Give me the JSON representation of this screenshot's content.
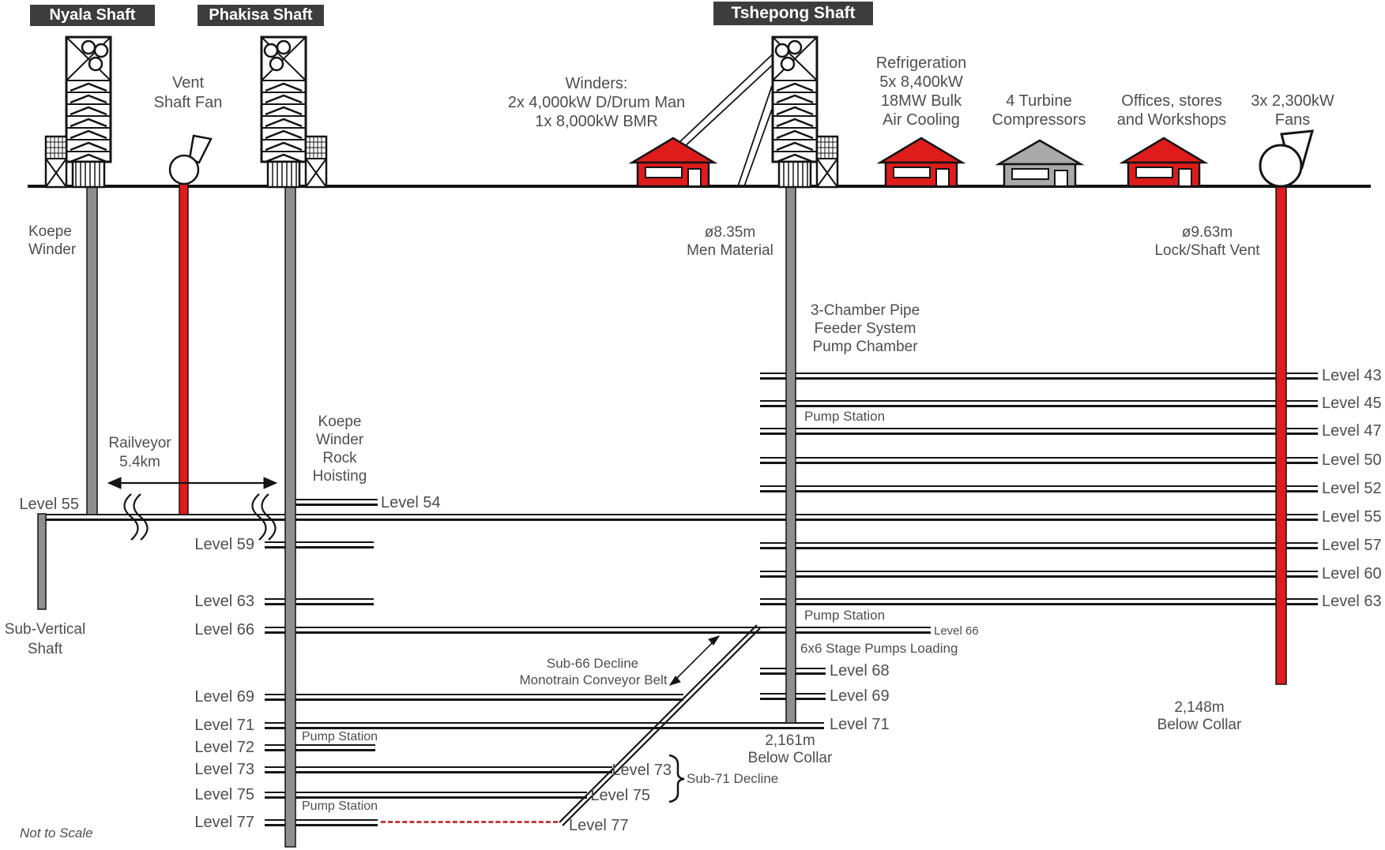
{
  "diagram": {
    "footnote": "Not to Scale",
    "colors": {
      "shaft_red": "#de1c1c",
      "shaft_gray": "#8f8f8f",
      "building_red": "#de1c1c",
      "building_gray": "#a9a9a9",
      "title_bg": "#3d3d3d",
      "label_text": "#4e4e4e",
      "line": "#141414",
      "dashed_red": "#c43b3b"
    }
  },
  "nyala": {
    "title": "Nyala Shaft",
    "winder_l1": "Koepe",
    "winder_l2": "Winder",
    "level55": "Level 55",
    "subvert_l1": "Sub-Vertical",
    "subvert_l2": "Shaft"
  },
  "vent_shaft": {
    "fan_l1": "Vent",
    "fan_l2": "Shaft Fan",
    "railveyor_l1": "Railveyor",
    "railveyor_l2": "5.4km"
  },
  "phakisa": {
    "title": "Phakisa Shaft",
    "hoist_l1": "Koepe",
    "hoist_l2": "Winder",
    "hoist_l3": "Rock",
    "hoist_l4": "Hoisting",
    "level54": "Level 54"
  },
  "tshepong": {
    "title": "Tshepong Shaft",
    "winders_l1": "Winders:",
    "winders_l2": "2x 4,000kW D/Drum Man",
    "winders_l3": "1x 8,000kW BMR",
    "dia_l1": "ø8.35m",
    "dia_l2": "Men Material",
    "chamber_l1": "3-Chamber Pipe",
    "chamber_l2": "Feeder System",
    "chamber_l3": "Pump Chamber",
    "depth_l1": "2,161m",
    "depth_l2": "Below Collar"
  },
  "surface_right": {
    "refrig_l1": "Refrigeration",
    "refrig_l2": "5x 8,400kW",
    "refrig_l3": "18MW Bulk",
    "refrig_l4": "Air Cooling",
    "compress_l1": "4 Turbine",
    "compress_l2": "Compressors",
    "offices_l1": "Offices, stores",
    "offices_l2": "and Workshops",
    "fans_l1": "3x 2,300kW",
    "fans_l2": "Fans",
    "vent_dia_l1": "ø9.63m",
    "vent_dia_l2": "Lock/Shaft Vent",
    "vent_depth_l1": "2,148m",
    "vent_depth_l2": "Below Collar"
  },
  "levels": {
    "right": [
      "Level 43",
      "Level 45",
      "Level 47",
      "Level 50",
      "Level 52",
      "Level 55",
      "Level 57",
      "Level 60",
      "Level 63"
    ],
    "left": [
      "Level 59",
      "Level 63",
      "Level 66",
      "Level 69",
      "Level 71",
      "Level 72",
      "Level 73",
      "Level 75",
      "Level 77"
    ],
    "mid": [
      "Level 66",
      "Level 68",
      "Level 69",
      "Level 71"
    ],
    "decline": [
      "Level 73",
      "Level 75",
      "Level 77"
    ]
  },
  "annotations": {
    "pump_station": "Pump Station",
    "stage_pumps": "6x6 Stage Pumps Loading",
    "sub66_l1": "Sub-66 Decline",
    "sub66_l2": "Monotrain Conveyor Belt",
    "sub71": "Sub-71 Decline"
  }
}
